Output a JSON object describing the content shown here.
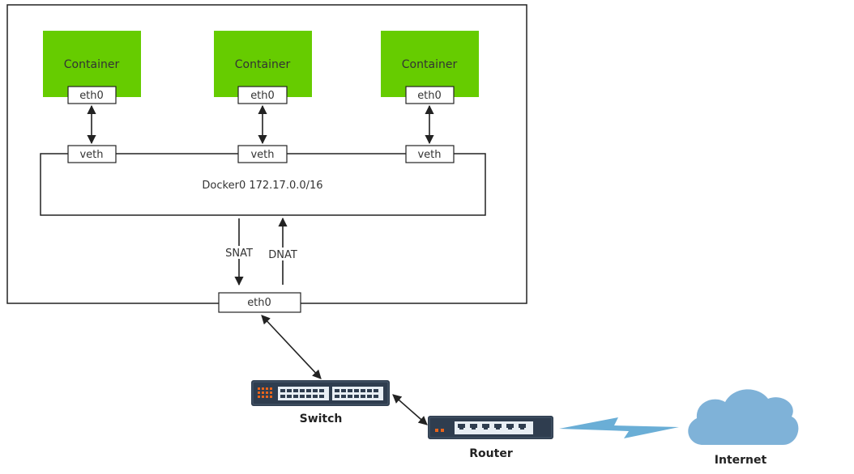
{
  "host": {
    "containers": [
      {
        "label": "Container",
        "iface": "eth0",
        "veth": "veth"
      },
      {
        "label": "Container",
        "iface": "eth0",
        "veth": "veth"
      },
      {
        "label": "Container",
        "iface": "eth0",
        "veth": "veth"
      }
    ],
    "bridge_label": "Docker0 172.17.0.0/16",
    "snat_label": "SNAT",
    "dnat_label": "DNAT",
    "host_iface": "eth0"
  },
  "network": {
    "switch_label": "Switch",
    "router_label": "Router",
    "internet_label": "Internet"
  },
  "colors": {
    "container": "#66cc00",
    "switch_body": "#2f3d4f",
    "router_body": "#2f3d4f",
    "router_led": "#e8641b",
    "switch_led": "#e8641b",
    "cloud": "#7fb2d8",
    "lightning": "#6aaed6",
    "line": "#222222"
  }
}
